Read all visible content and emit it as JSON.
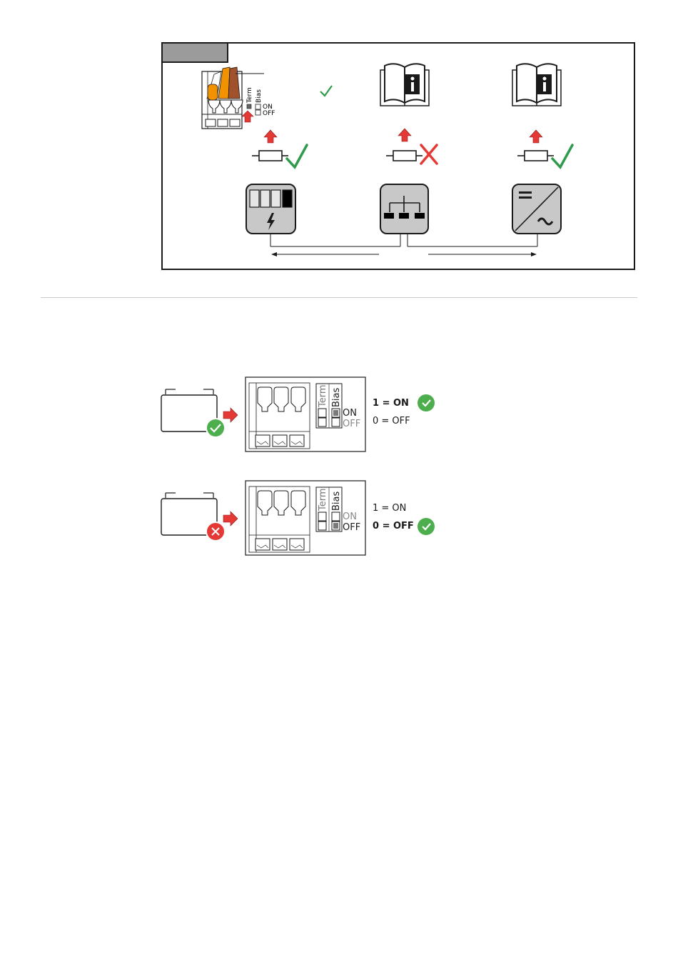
{
  "top_panel": {
    "switch_labels": {
      "term": "Term",
      "bias": "Bias",
      "on": "ON",
      "off": "OFF"
    },
    "columns": [
      {
        "id": "battery",
        "resistor_status": "ok",
        "device_icon": "battery-meter-icon"
      },
      {
        "id": "meter",
        "resistor_status": "not-ok",
        "device_icon": "distribution-icon",
        "top_icon": "manual-info-icon"
      },
      {
        "id": "inverter",
        "resistor_status": "ok",
        "device_icon": "inverter-icon",
        "top_icon": "manual-info-icon"
      }
    ]
  },
  "bias_section": {
    "rows": [
      {
        "status": "ok",
        "switch": {
          "term": "Term",
          "bias": "Bias",
          "on": "ON",
          "off": "OFF",
          "bias_position": "on"
        },
        "option_on": "1 = ON",
        "option_off": "0 = OFF",
        "selected": "on"
      },
      {
        "status": "not-ok",
        "switch": {
          "term": "Term",
          "bias": "Bias",
          "on": "ON",
          "off": "OFF",
          "bias_position": "off"
        },
        "option_on": "1 = ON",
        "option_off": "0 = OFF",
        "selected": "off"
      }
    ]
  },
  "colors": {
    "check_green": "#2f9a4c",
    "badge_green": "#4cae4c",
    "cross_red": "#e53935",
    "arrow_red": "#e53935",
    "device_gray": "#c8c8c8",
    "tab_gray": "#9b9b9b",
    "wire_orange": "#f39200",
    "wire_brown": "#a0522d"
  }
}
